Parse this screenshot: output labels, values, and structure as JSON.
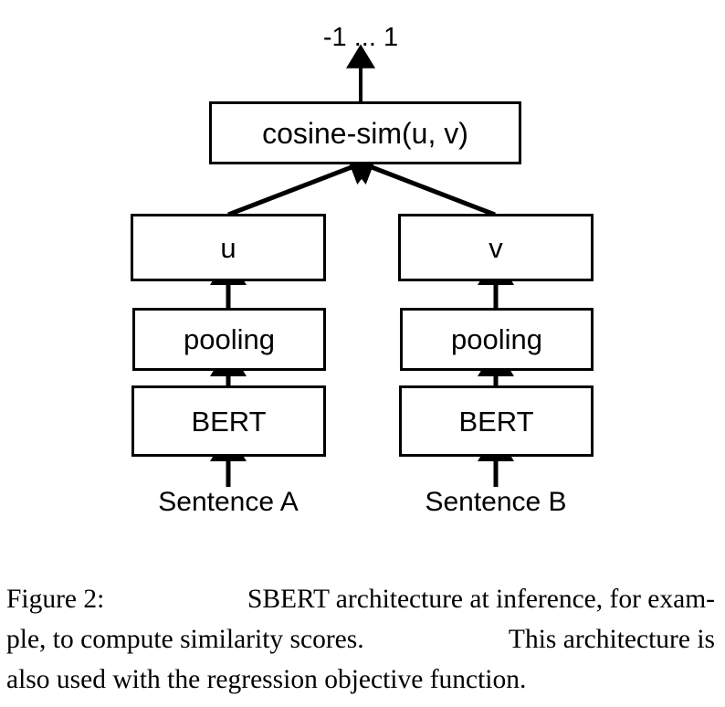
{
  "figure": {
    "output_range_label": "-1 ... 1",
    "nodes": {
      "cosine": "cosine-sim(u, v)",
      "u": "u",
      "v": "v",
      "pooling_a": "pooling",
      "pooling_b": "pooling",
      "bert_a": "BERT",
      "bert_b": "BERT"
    },
    "inputs": {
      "sentence_a": "Sentence A",
      "sentence_b": "Sentence B"
    },
    "colors": {
      "stroke": "#000000",
      "fill": "#ffffff",
      "text": "#000000"
    }
  },
  "caption": {
    "full": "Figure 2: SBERT architecture at inference, for example, to compute similarity scores. This architecture is also used with the regression objective function.",
    "line1_a": "Figure 2:",
    "line1_b": "SBERT architecture at inference, for exam-",
    "line2_a": "ple, to compute similarity scores.",
    "line2_b": "This architecture is",
    "line3": "also used with the regression objective function."
  }
}
